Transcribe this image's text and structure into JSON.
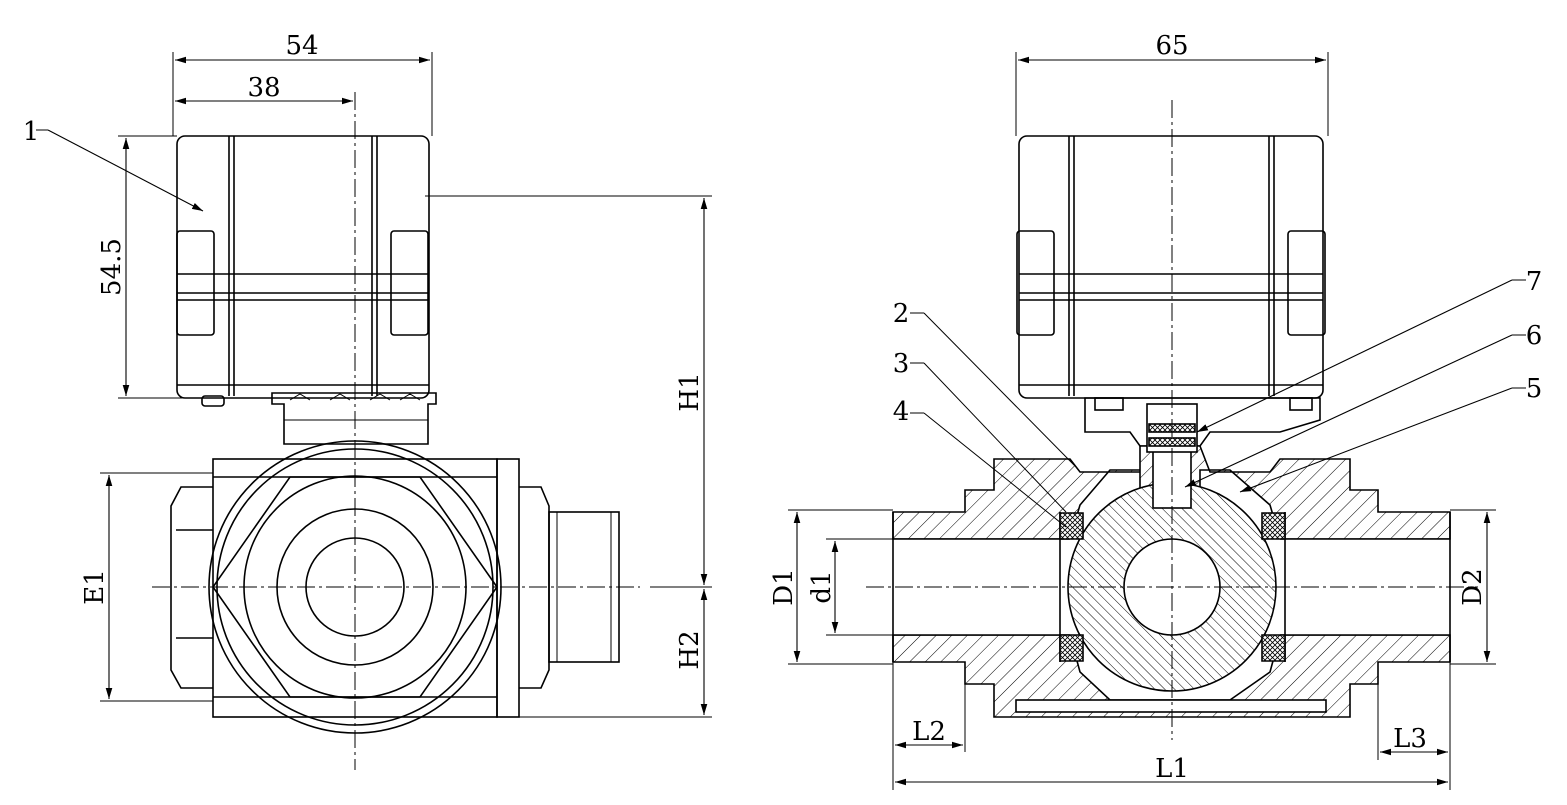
{
  "left_view": {
    "dims": {
      "overall_width": "54",
      "half_width": "38",
      "actuator_height": "54.5",
      "h1": "H1",
      "h2": "H2",
      "e1": "E1"
    },
    "callouts": {
      "actuator": "1"
    }
  },
  "right_view": {
    "dims": {
      "overall_width": "65",
      "d1_outer": "D1",
      "d1_inner": "d1",
      "d2": "D2",
      "l1": "L1",
      "l2": "L2",
      "l3": "L3"
    },
    "callouts": {
      "c2": "2",
      "c3": "3",
      "c4": "4",
      "c5": "5",
      "c6": "6",
      "c7": "7"
    }
  }
}
